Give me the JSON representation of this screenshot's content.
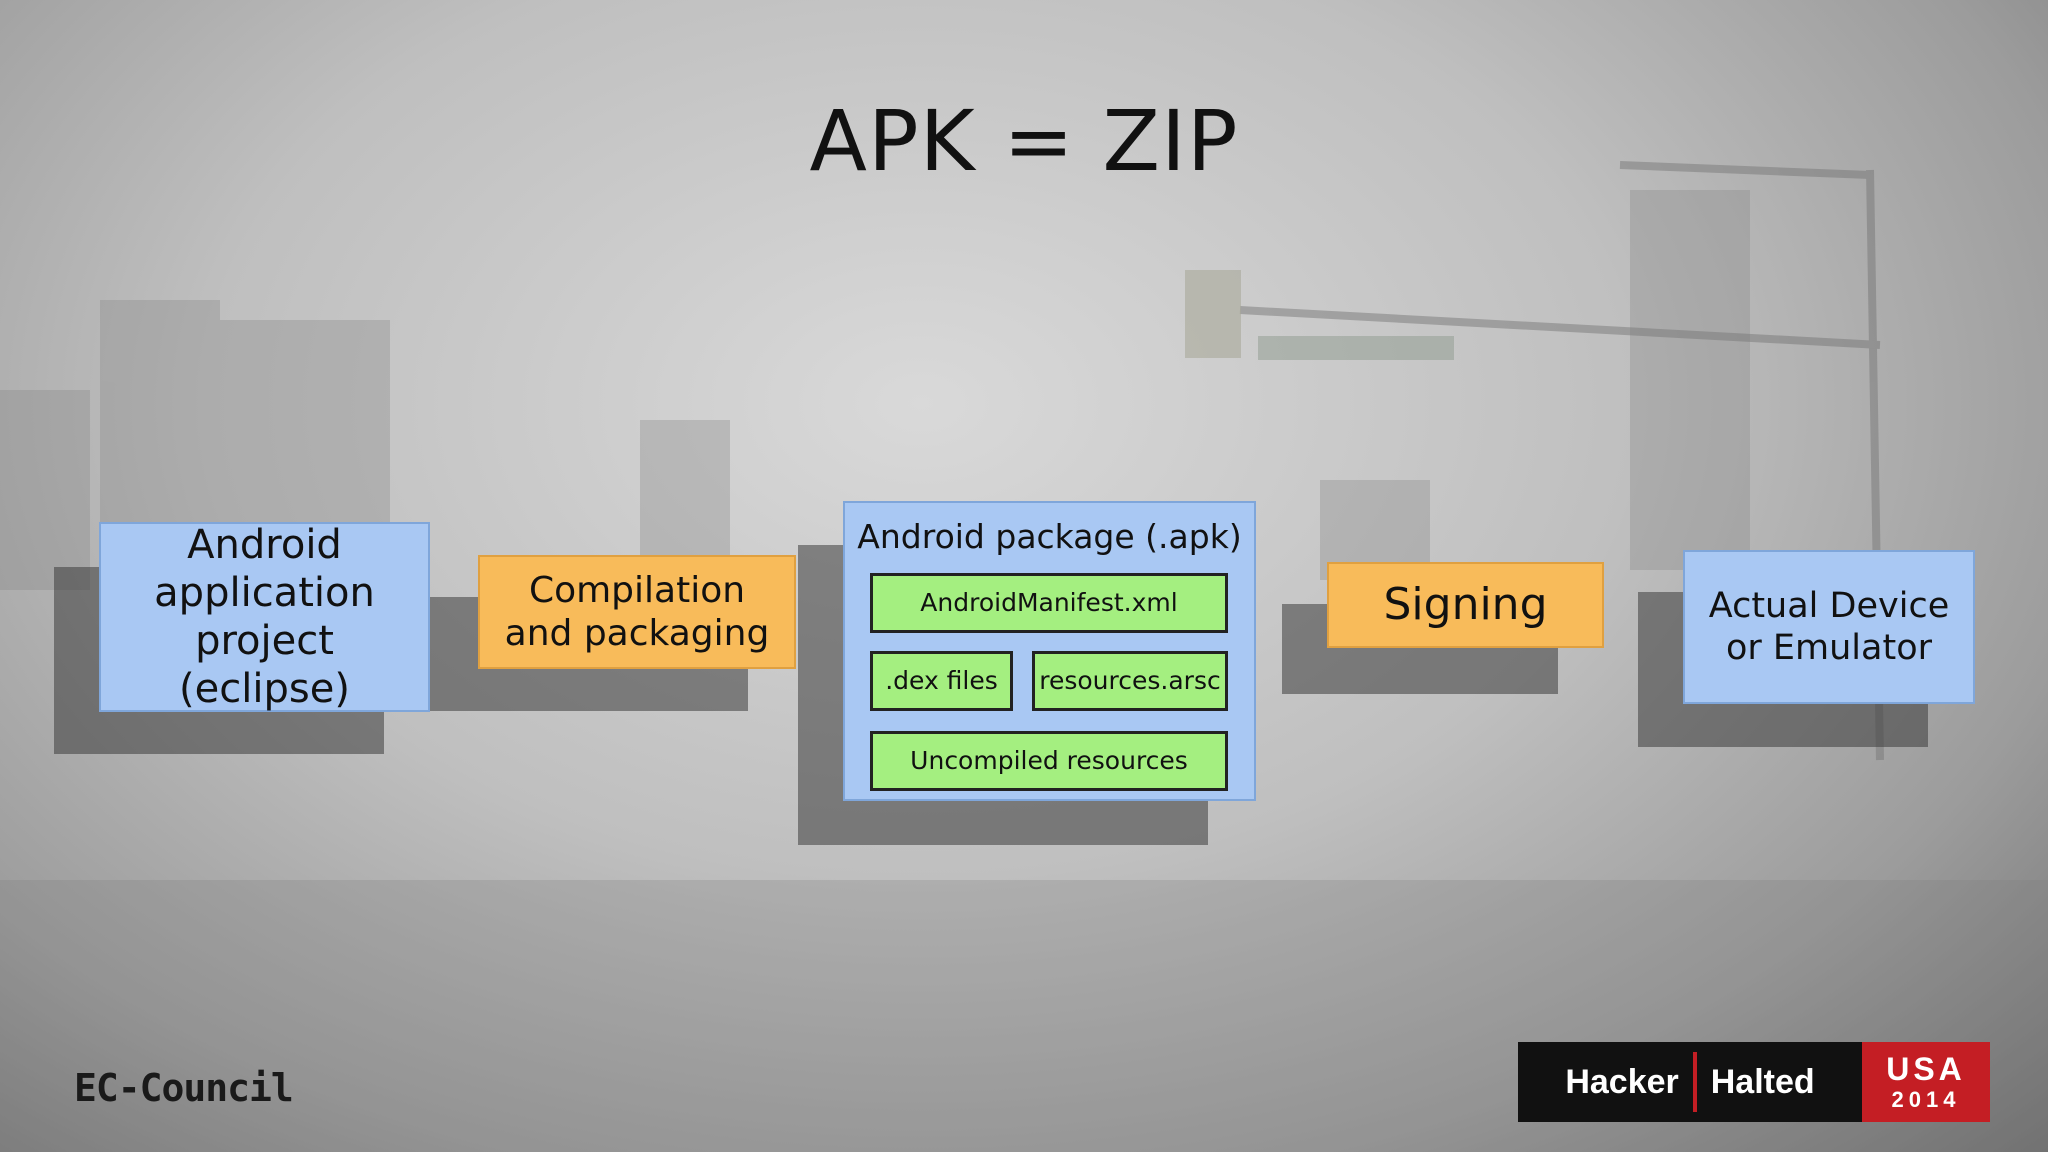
{
  "title": "APK = ZIP",
  "boxes": {
    "project": "Android application project (eclipse)",
    "compilation": "Compilation and packaging",
    "signing": "Signing",
    "device": "Actual Device or Emulator"
  },
  "package": {
    "title": "Android package (.apk)",
    "manifest": "AndroidManifest.xml",
    "dex": ".dex files",
    "resources": "resources.arsc",
    "uncompiled": "Uncompiled resources"
  },
  "logos": {
    "ec_council": "EC-Council",
    "hacker": "Hacker",
    "halted": "Halted",
    "usa": "USA",
    "year": "2014"
  },
  "colors": {
    "blue_box": "#a9c8f3",
    "orange_box": "#f8bb5a",
    "green_box": "#a4ef80",
    "brand_red": "#c41e24"
  }
}
